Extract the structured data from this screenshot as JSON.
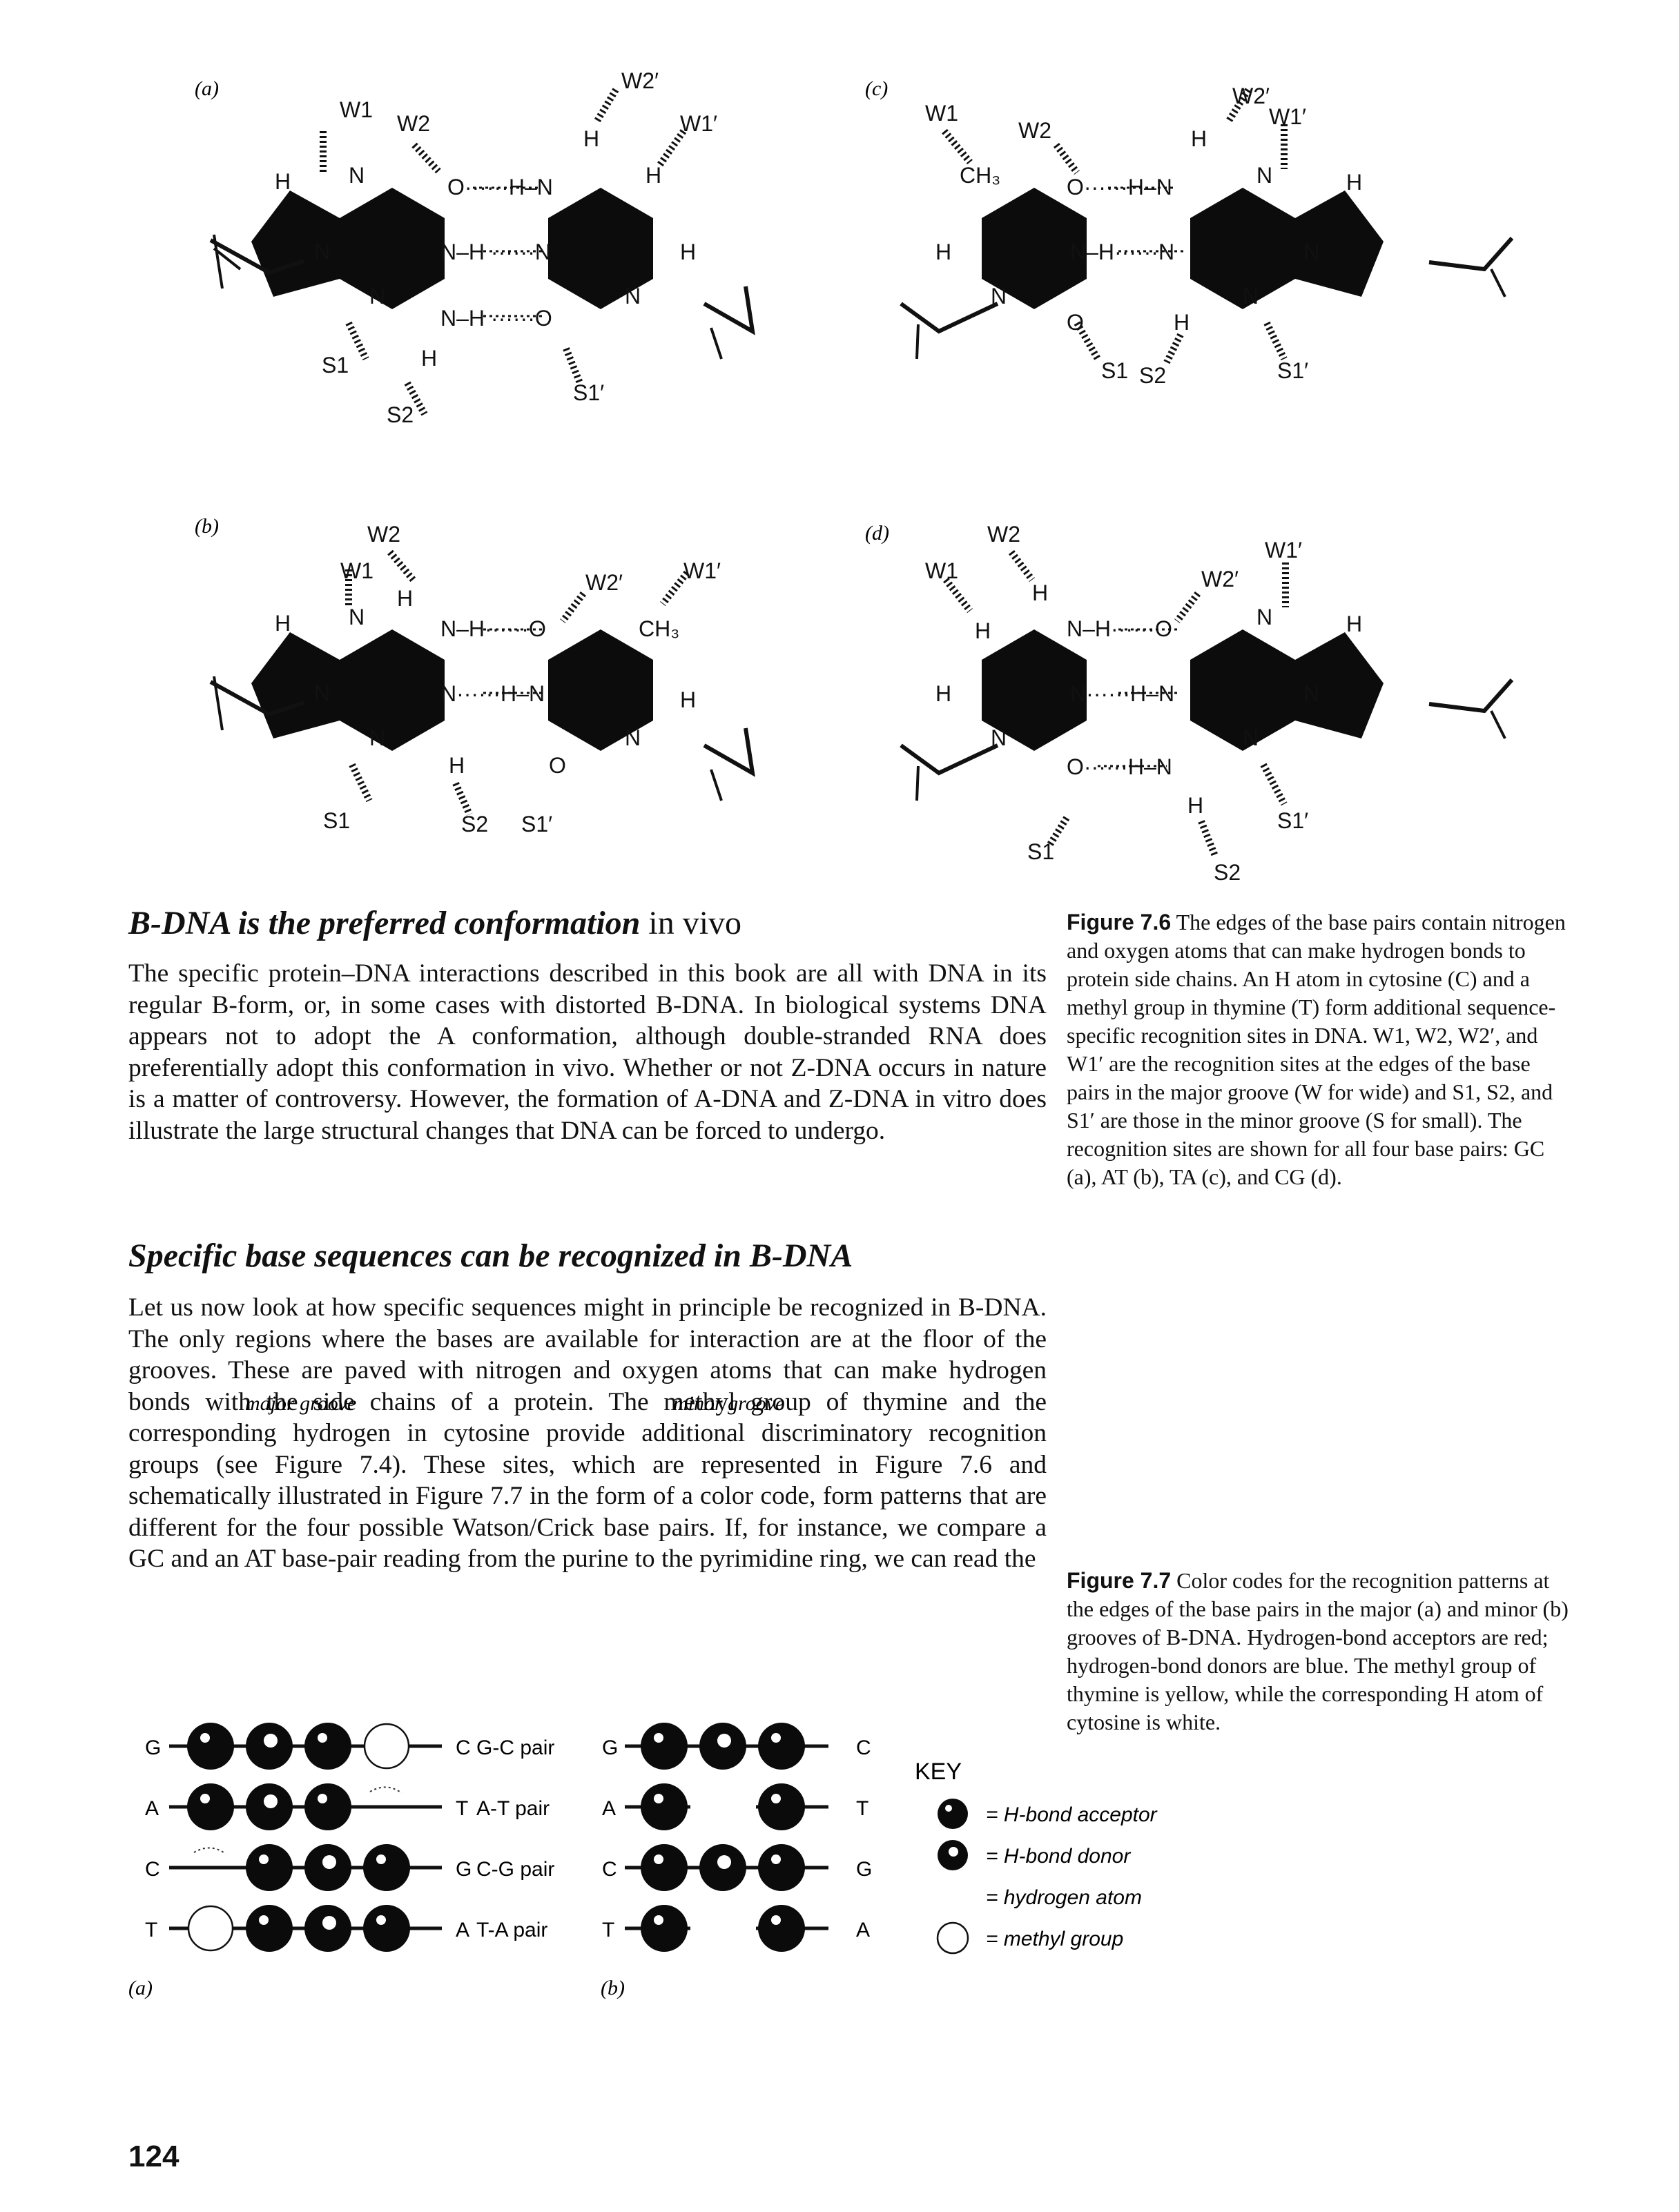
{
  "fig76": {
    "panels": [
      {
        "label": "(a)",
        "pair": "GC"
      },
      {
        "label": "(b)",
        "pair": "AT"
      },
      {
        "label": "(c)",
        "pair": "TA"
      },
      {
        "label": "(d)",
        "pair": "CG"
      }
    ],
    "site_labels": {
      "w1": "W1",
      "w2": "W2",
      "w2p": "W2′",
      "w1p": "W1′",
      "s1": "S1",
      "s2": "S2",
      "s1p": "S1′"
    },
    "atom_labels": {
      "n": "N",
      "o": "O",
      "h": "H",
      "ch3": "CH₃"
    }
  },
  "section1": {
    "heading_main": "B-DNA is the preferred conformation",
    "heading_tail": " in vivo",
    "paragraph": "The specific protein–DNA interactions described in this book are all with DNA in its regular B-form, or, in some cases with distorted B-DNA. In biological systems DNA appears not to adopt the A conformation, although double-stranded RNA does preferentially adopt this conformation in vivo. Whether or not Z-DNA occurs in nature is a matter of controversy. However, the formation of A-DNA and Z-DNA in vitro does illustrate the large structural changes that DNA can be forced to undergo."
  },
  "section2": {
    "heading": "Specific base sequences can be recognized in B-DNA",
    "paragraph": "Let us now look at how specific sequences might in principle be recognized in B-DNA. The only regions where the bases are available for interaction are at the floor of the grooves. These are paved with nitrogen and oxygen atoms that can make hydrogen bonds with the side chains of a protein. The methyl group of thymine and the corresponding hydrogen in cytosine provide additional discriminatory recognition groups (see Figure 7.4). These sites, which are represented in Figure 7.6 and schematically illustrated in Figure 7.7 in the form of a color code, form patterns that are different for the four possible Watson/Crick base pairs. If, for instance, we compare a GC and an AT base-pair reading from the purine to the pyrimidine ring, we can read the"
  },
  "caption76": {
    "label": "Figure 7.6",
    "text": " The edges of the base pairs contain nitrogen and oxygen atoms that can make hydrogen bonds to protein side chains. An H atom in cytosine (C) and a methyl group in thymine (T) form additional sequence-specific recognition sites in DNA. W1, W2, W2′, and W1′ are the recognition sites at the edges of the base pairs in the major groove (W for wide) and S1, S2, and S1′ are those in the minor groove (S for small). The recognition sites are shown for all four base pairs: GC (a), AT (b), TA (c), and CG (d)."
  },
  "caption77": {
    "label": "Figure 7.7",
    "text": " Color codes for the recognition patterns at the edges of the base pairs in the major (a) and minor (b) grooves of B-DNA. Hydrogen-bond acceptors are red; hydrogen-bond donors are blue. The methyl group of thymine is yellow, while the corresponding H atom of cytosine is white."
  },
  "fig77": {
    "major_title": "major groove",
    "minor_title": "minor groove",
    "panel_a": "(a)",
    "panel_b": "(b)",
    "rows": [
      {
        "left": "G",
        "right": "C",
        "pair": "G-C pair",
        "major": [
          "acc",
          "don",
          "acc",
          "methyl"
        ],
        "minor": [
          "acc",
          "don",
          "acc"
        ]
      },
      {
        "left": "A",
        "right": "T",
        "pair": "A-T pair",
        "major": [
          "acc",
          "don",
          "acc",
          "h"
        ],
        "minor": [
          "acc",
          "gap",
          "acc"
        ]
      },
      {
        "left": "C",
        "right": "G",
        "pair": "C-G pair",
        "major": [
          "h",
          "acc",
          "don",
          "acc"
        ],
        "minor": [
          "acc",
          "don",
          "acc"
        ]
      },
      {
        "left": "T",
        "right": "A",
        "pair": "T-A pair",
        "major": [
          "methyl",
          "acc",
          "don",
          "acc"
        ],
        "minor": [
          "acc",
          "gap",
          "acc"
        ]
      }
    ],
    "key_title": "KEY",
    "key": [
      {
        "symbol": "acceptor",
        "label": "= H-bond acceptor"
      },
      {
        "symbol": "donor",
        "label": "= H-bond donor"
      },
      {
        "symbol": "none",
        "label": "= hydrogen atom"
      },
      {
        "symbol": "methyl",
        "label": "= methyl group"
      }
    ]
  },
  "page_number": "124"
}
